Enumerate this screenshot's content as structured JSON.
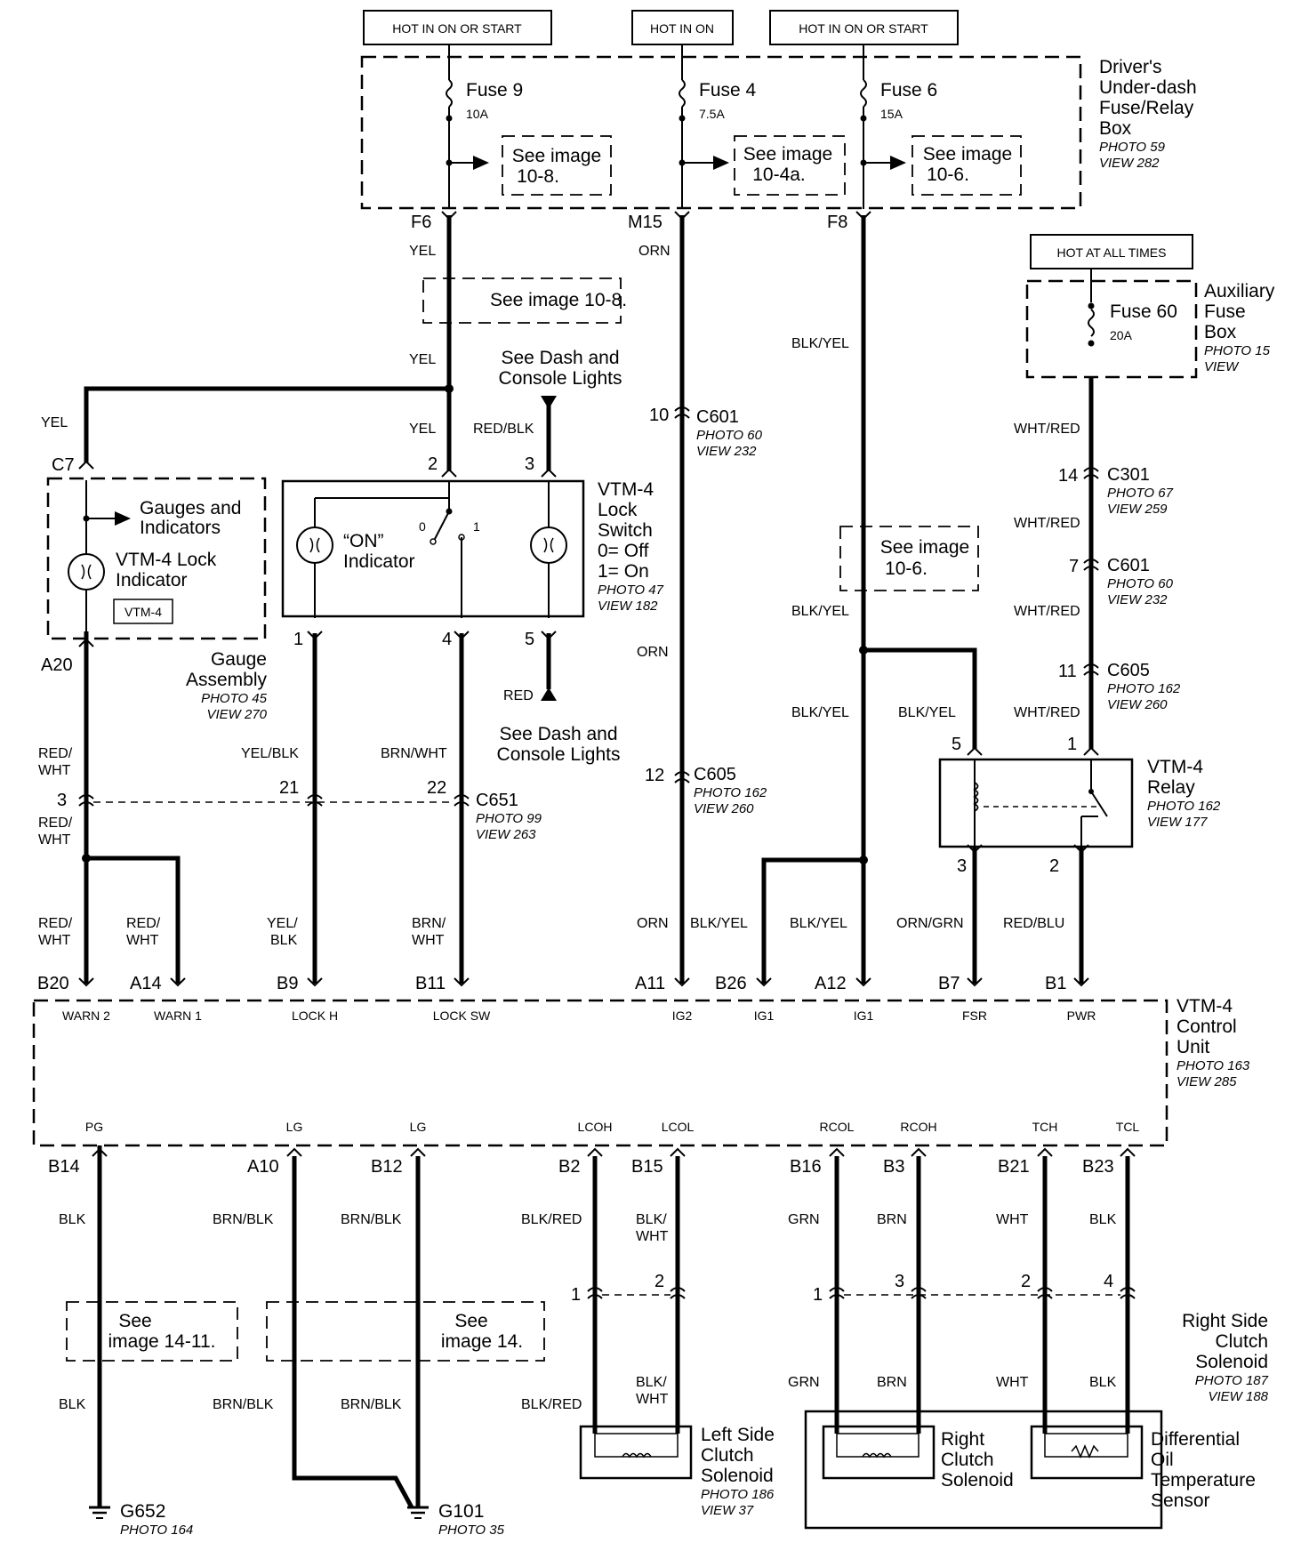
{
  "power_sources": {
    "hot_start_1": "HOT IN ON OR START",
    "hot_on": "HOT IN ON",
    "hot_start_2": "HOT IN ON OR START",
    "hot_all": "HOT AT ALL TIMES"
  },
  "fusebox": {
    "name": [
      "Driver's",
      "Under-dash",
      "Fuse/Relay",
      "Box"
    ],
    "photo": "PHOTO 59",
    "view": "VIEW 282",
    "fuses": [
      {
        "name": "Fuse 9",
        "rating": "10A",
        "see": [
          "See image",
          "10-8."
        ]
      },
      {
        "name": "Fuse 4",
        "rating": "7.5A",
        "see": [
          "See image",
          "10-4a."
        ]
      },
      {
        "name": "Fuse 6",
        "rating": "15A",
        "see": [
          "See image",
          "10-6."
        ]
      }
    ],
    "pins": [
      "F6",
      "M15",
      "F8"
    ]
  },
  "aux_fusebox": {
    "name": [
      "Auxiliary",
      "Fuse",
      "Box"
    ],
    "photo": "PHOTO 15",
    "view": "VIEW",
    "fuse": "Fuse 60",
    "rating": "20A"
  },
  "wires": {
    "yel": "YEL",
    "orn": "ORN",
    "blk_yel": "BLK/YEL",
    "wht_red": "WHT/RED",
    "red_blk": "RED/BLK",
    "red": "RED",
    "red_wht_a": "RED/",
    "red_wht_b": "WHT",
    "yel_blk": "YEL/BLK",
    "brn_wht": "BRN/WHT",
    "yel_blk_a": "YEL/",
    "yel_blk_b": "BLK",
    "brn_wht_a": "BRN/",
    "brn_wht_b": "WHT",
    "orn_grn": "ORN/GRN",
    "red_blu": "RED/BLU",
    "blk": "BLK",
    "brn_blk": "BRN/BLK",
    "blk_red": "BLK/RED",
    "blk_wht_a": "BLK/",
    "blk_wht_b": "WHT",
    "grn": "GRN",
    "brn": "BRN",
    "wht": "WHT"
  },
  "see_refs": {
    "img_10_8": "See image 10-8.",
    "dash_a": [
      "See Dash and",
      "Console Lights"
    ],
    "dash_b": [
      "See Dash and",
      "Console Lights"
    ],
    "img_10_6": [
      "See image",
      "10-6."
    ],
    "img_14_11": [
      "See",
      "image 14-11."
    ],
    "img_14": [
      "See",
      "image 14."
    ]
  },
  "connectors": {
    "c601_a": {
      "pin": "10",
      "name": "C601",
      "photo": "PHOTO 60",
      "view": "VIEW 232"
    },
    "c301": {
      "pin": "14",
      "name": "C301",
      "photo": "PHOTO 67",
      "view": "VIEW 259"
    },
    "c601_b": {
      "pin": "7",
      "name": "C601",
      "photo": "PHOTO 60",
      "view": "VIEW 232"
    },
    "c605_a": {
      "pin": "11",
      "name": "C605",
      "photo": "PHOTO 162",
      "view": "VIEW 260"
    },
    "c605_b": {
      "pin": "12",
      "name": "C605",
      "photo": "PHOTO 162",
      "view": "VIEW 260"
    },
    "c651": {
      "pins": [
        "3",
        "21",
        "22"
      ],
      "name": "C651",
      "photo": "PHOTO 99",
      "view": "VIEW 263"
    }
  },
  "gauge": {
    "pin_top": "C7",
    "pin_bottom": "A20",
    "gauges_label": [
      "Gauges and",
      "Indicators"
    ],
    "lock_label": [
      "VTM-4 Lock",
      "Indicator"
    ],
    "badge": "VTM-4",
    "name": [
      "Gauge",
      "Assembly"
    ],
    "photo": "PHOTO 45",
    "view": "VIEW 270"
  },
  "switch": {
    "pins_top": [
      "2",
      "3"
    ],
    "pins_bottom": [
      "1",
      "4",
      "5"
    ],
    "on_indicator": [
      "“ON”",
      "Indicator"
    ],
    "pos0": "0",
    "pos1": "1",
    "name": [
      "VTM-4",
      "Lock",
      "Switch",
      "0= Off",
      "1= On"
    ],
    "photo": "PHOTO 47",
    "view": "VIEW 182"
  },
  "relay": {
    "pins": [
      "5",
      "1",
      "3",
      "2"
    ],
    "name": [
      "VTM-4",
      "Relay"
    ],
    "photo": "PHOTO 162",
    "view": "VIEW 177"
  },
  "control_unit": {
    "name": [
      "VTM-4",
      "Control",
      "Unit"
    ],
    "photo": "PHOTO 163",
    "view": "VIEW 285",
    "top_pins": [
      "B20",
      "A14",
      "B9",
      "B11",
      "A11",
      "B26",
      "A12",
      "B7",
      "B1"
    ],
    "top_terms": [
      "WARN 2",
      "WARN 1",
      "LOCK H",
      "LOCK SW",
      "IG2",
      "IG1",
      "IG1",
      "FSR",
      "PWR"
    ],
    "bottom_terms": [
      "PG",
      "LG",
      "LG",
      "LCOH",
      "LCOL",
      "RCOL",
      "RCOH",
      "TCH",
      "TCL"
    ],
    "bottom_pins": [
      "B14",
      "A10",
      "B12",
      "B2",
      "B15",
      "B16",
      "B3",
      "B21",
      "B23"
    ]
  },
  "bottom_connector_pins": [
    "1",
    "2",
    "1",
    "3",
    "2",
    "4"
  ],
  "grounds": [
    {
      "name": "G652",
      "photo": "PHOTO 164"
    },
    {
      "name": "G101",
      "photo": "PHOTO 35"
    }
  ],
  "left_solenoid": {
    "name": [
      "Left Side",
      "Clutch",
      "Solenoid"
    ],
    "photo": "PHOTO 186",
    "view": "VIEW 37"
  },
  "right_assembly": {
    "name": [
      "Right Side",
      "Clutch",
      "Solenoid"
    ],
    "photo": "PHOTO 187",
    "view": "VIEW 188",
    "clutch": [
      "Right",
      "Clutch",
      "Solenoid"
    ],
    "sensor": [
      "Differential",
      "Oil",
      "Temperature",
      "Sensor"
    ]
  }
}
